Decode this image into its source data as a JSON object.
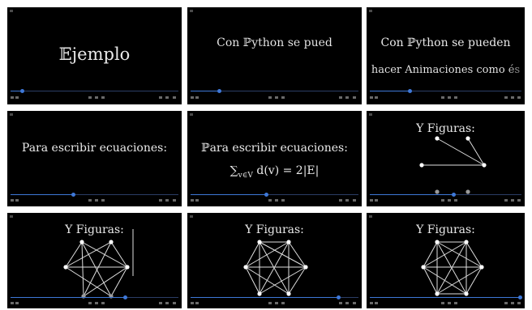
{
  "frames": [
    {
      "id": "frame-1",
      "lines": [
        "𝔼jemplo"
      ],
      "progress": 0.07
    },
    {
      "id": "frame-2",
      "lines": [
        "Con ℙython se pued"
      ],
      "progress": 0.17
    },
    {
      "id": "frame-3",
      "lines": [
        "Con ℙython se pueden",
        "hacer Animaciones como és"
      ],
      "progress": 0.26
    },
    {
      "id": "frame-4",
      "lines": [
        "Para escribir ecuaciones:"
      ],
      "progress": 0.37
    },
    {
      "id": "frame-5",
      "lines": [
        "ℙara escribir ecuaciones:"
      ],
      "formula": {
        "main": "∑",
        "sub": "v∈V",
        "rest": " d(v) = 2|E|"
      },
      "progress": 0.45
    },
    {
      "id": "frame-6",
      "title": "Y Figuras:",
      "progress": 0.55
    },
    {
      "id": "frame-7",
      "title": "Y Figuras:",
      "progress": 0.68
    },
    {
      "id": "frame-8",
      "title": "Y Figuras:",
      "progress": 0.88
    },
    {
      "id": "frame-9",
      "title": "Y Figuras:",
      "progress": 0.99
    }
  ],
  "colors": {
    "accent": "#3e78d8",
    "background": "#000000",
    "text": "#e9e9e9"
  },
  "icons": [
    "play-icon",
    "pause-icon",
    "rewind-icon",
    "forward-icon",
    "replay-icon",
    "settings-icon",
    "fullscreen-icon",
    "volume-icon"
  ]
}
